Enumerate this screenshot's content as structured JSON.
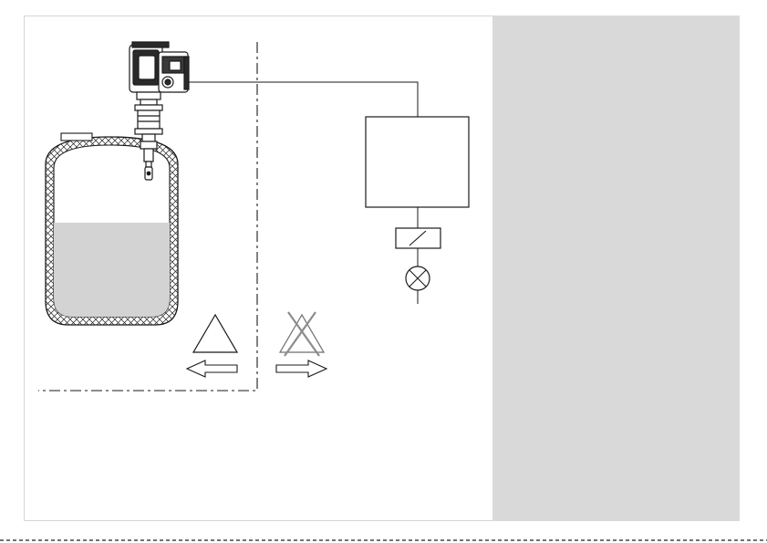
{
  "diagram": {
    "components": [
      {
        "id": "level-switch",
        "icon": "vibrating-fork-level-switch-icon"
      },
      {
        "id": "tank",
        "icon": "tank-icon"
      },
      {
        "id": "control-unit",
        "icon": "control-unit-box-icon"
      },
      {
        "id": "relay",
        "icon": "relay-icon"
      },
      {
        "id": "signal-lamp",
        "icon": "signal-lamp-icon"
      },
      {
        "id": "hazardous-area-warning",
        "icon": "warning-triangle-icon"
      },
      {
        "id": "safe-area-warning-crossed",
        "icon": "crossed-warning-triangle-icon"
      },
      {
        "id": "arrow-left",
        "icon": "arrow-left-icon"
      },
      {
        "id": "arrow-right",
        "icon": "arrow-right-icon"
      }
    ],
    "zone_boundary": {
      "style": "dashed"
    }
  },
  "colors": {
    "page": "#ffffff",
    "side_panel": "#d9d9d9",
    "frame": "#d6d6d6",
    "liquid": "#d3d3d3",
    "crossed_triangle": "#8c8c8c",
    "line": "#1a1a1a"
  }
}
